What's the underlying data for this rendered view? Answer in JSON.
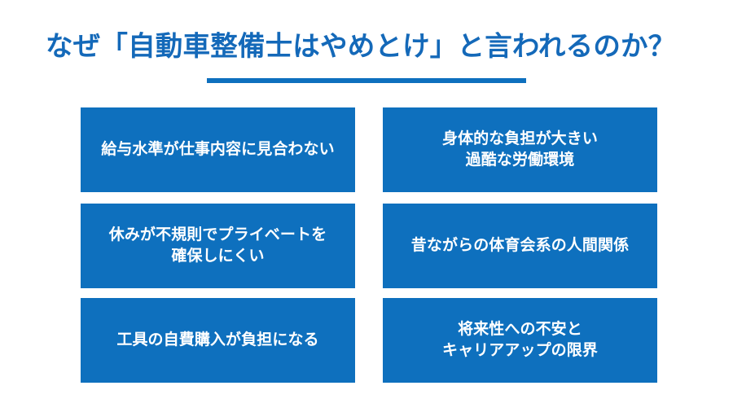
{
  "slide": {
    "background_color": "#ffffff",
    "accent_color": "#0e70be",
    "title_color": "#1469b9",
    "box_text_color": "#ffffff"
  },
  "header": {
    "title": "なぜ「自動車整備士はやめとけ」と言われるのか？",
    "underline": "title-underline-bar"
  },
  "reasons": [
    {
      "id": "reason-salary",
      "text": "給与水準が仕事内容に見合わない"
    },
    {
      "id": "reason-physical",
      "text": "身体的な負担が大きい\n過酷な労働環境"
    },
    {
      "id": "reason-schedule",
      "text": "休みが不規則でプライベートを\n確保しにくい"
    },
    {
      "id": "reason-relations",
      "text": "昔ながらの体育会系の人間関係"
    },
    {
      "id": "reason-tools",
      "text": "工具の自費購入が負担になる"
    },
    {
      "id": "reason-career",
      "text": "将来性への不安と\nキャリアアップの限界"
    }
  ]
}
